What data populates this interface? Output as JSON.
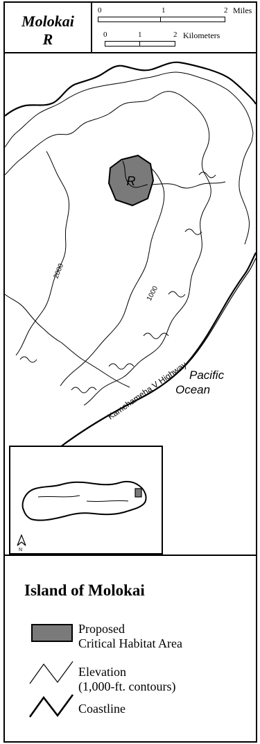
{
  "title": {
    "line1": "Molokai",
    "line2": "R"
  },
  "scale": {
    "miles": {
      "ticks": [
        "0",
        "1",
        "2"
      ],
      "unit": "Miles"
    },
    "kilometers": {
      "ticks": [
        "0",
        "1",
        "2"
      ],
      "unit": "Kilometers"
    }
  },
  "map": {
    "site_label": "R",
    "contour_labels": [
      "2000",
      "1000"
    ],
    "road_label": "Kamehameha V Highway",
    "ocean_label_line1": "Pacific",
    "ocean_label_line2": "Ocean",
    "colors": {
      "critical_habitat": "#7a7a7a",
      "line": "#000000"
    }
  },
  "inset": {
    "north_label": "N"
  },
  "legend": {
    "title": "Island of Molokai",
    "items": [
      {
        "icon": "shaded-box-icon",
        "line1": "Proposed",
        "line2": "Critical Habitat Area"
      },
      {
        "icon": "thin-zigzag-icon",
        "line1": "Elevation",
        "line2": "(1,000-ft. contours)"
      },
      {
        "icon": "thick-zigzag-icon",
        "line1": "Coastline",
        "line2": ""
      }
    ]
  }
}
